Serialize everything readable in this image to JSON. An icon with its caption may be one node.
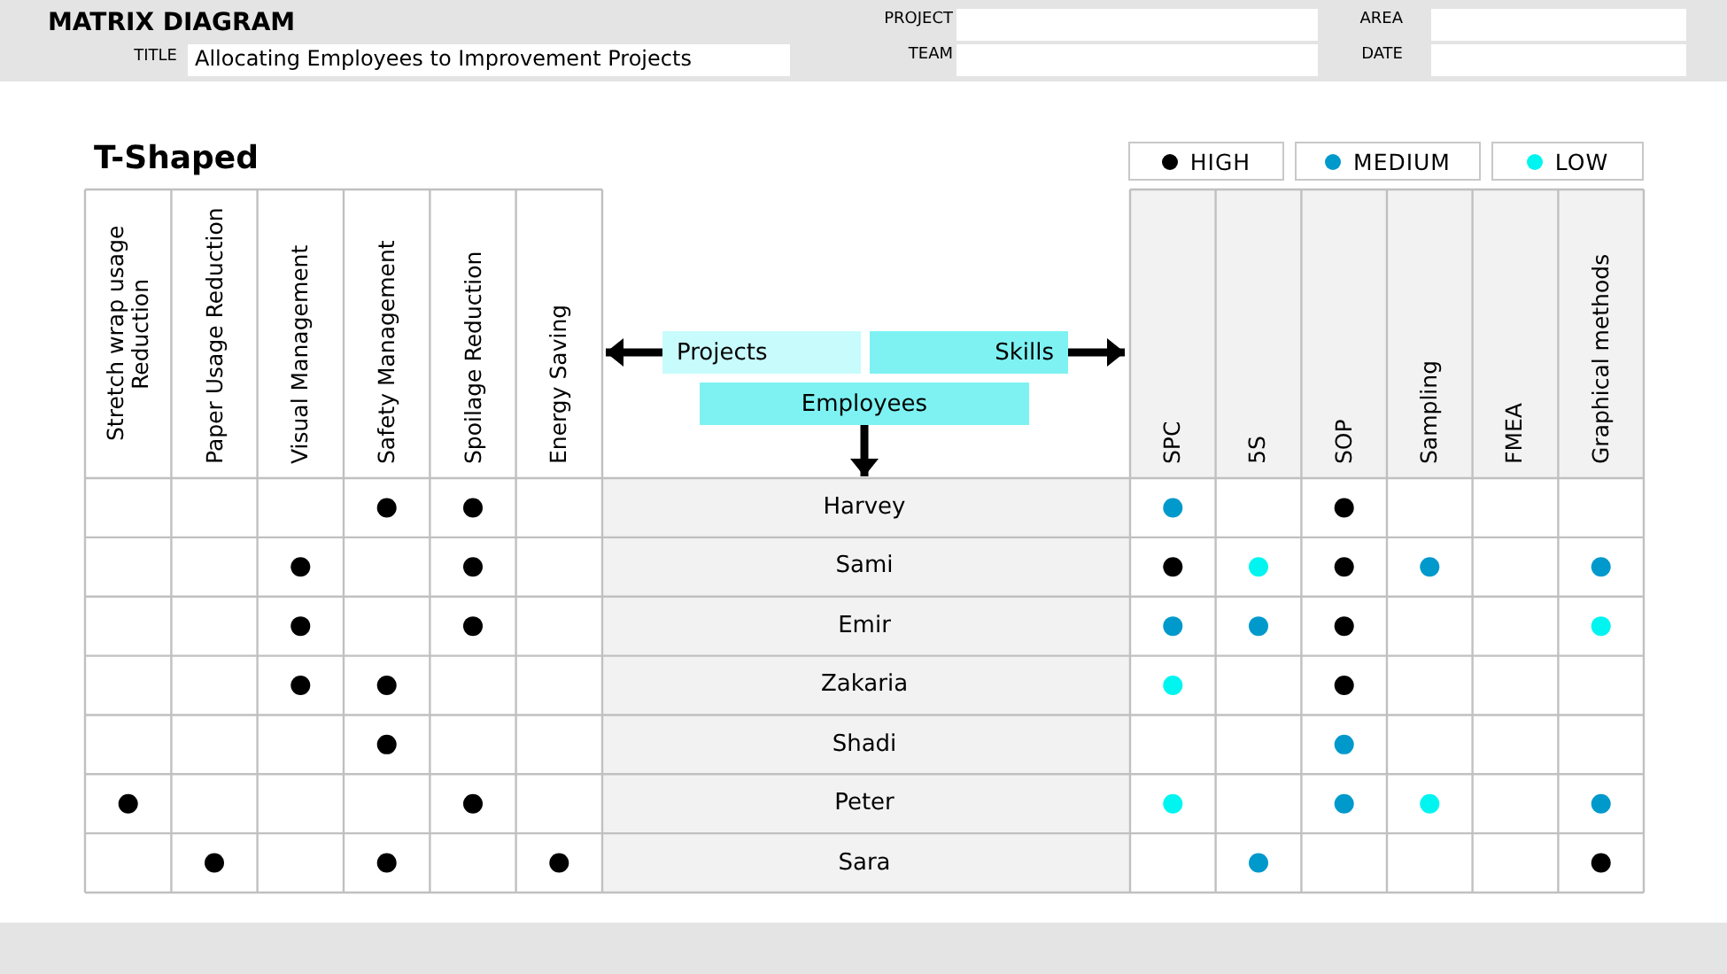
{
  "diagram": {
    "title": "MATRIX DIAGRAM",
    "nodes": [
      {
        "text": [
          "Projects"
        ]
      },
      {
        "text": [
          "Skills"
        ]
      },
      {
        "text": [
          "Employees"
        ]
      },
      {
        "text": [],
        "shape": "box"
      }
    ],
    "edges": [
      {
        "from": 0,
        "to": null,
        "arrow": "to"
      },
      {
        "from": 1,
        "to": null,
        "arrow": "to"
      },
      {
        "from": 2,
        "to": 3,
        "arrow": "to"
      }
    ],
    "labels": [
      "PROJECT",
      "AREA",
      "TITLE",
      "Allocating Employees to Improvement Projects",
      "TEAM",
      "DATE",
      "T-Shaped",
      "Stretch wrap usage Reduction",
      "Paper Usage Reduction",
      "Visual Management",
      "Safety Management",
      "Spoilage Reduction",
      "Energy Saving",
      "SPC",
      "5S",
      "SOP",
      "Sampling",
      "FMEA",
      "Graphical methods",
      "Harvey",
      "Sami",
      "Emir",
      "Zakaria",
      "Shadi",
      "Peter",
      "Sara"
    ],
    "legend": [
      {
        "text": "HIGH",
        "color": "#000000"
      },
      {
        "text": "MEDIUM",
        "color": "#0099cc"
      },
      {
        "text": "LOW",
        "color": "#00f5f0"
      }
    ]
  }
}
